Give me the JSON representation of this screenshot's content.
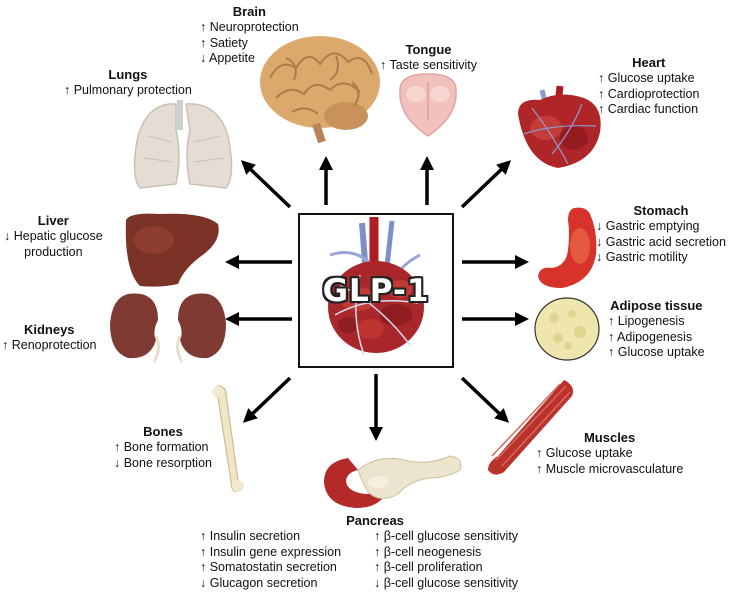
{
  "hub": {
    "label": "GLP-1",
    "image_icon": "heart-vessels-icon"
  },
  "organs": {
    "brain": {
      "title": "Brain",
      "items": [
        "↑ Neuroprotection",
        "↑ Satiety",
        "↓ Appetite"
      ]
    },
    "tongue": {
      "title": "Tongue",
      "items": [
        "↑ Taste sensitivity"
      ]
    },
    "lungs": {
      "title": "Lungs",
      "items": [
        "↑ Pulmonary protection"
      ]
    },
    "heart": {
      "title": "Heart",
      "items": [
        "↑ Glucose uptake",
        "↑ Cardioprotection",
        "↑ Cardiac function"
      ]
    },
    "liver": {
      "title": "Liver",
      "items": [
        "↓ Hepatic glucose",
        "production"
      ]
    },
    "stomach": {
      "title": "Stomach",
      "items": [
        "↓ Gastric emptying",
        "↓ Gastric acid secretion",
        "↓ Gastric motility"
      ]
    },
    "kidneys": {
      "title": "Kidneys",
      "items": [
        "↑ Renoprotection"
      ]
    },
    "adipose": {
      "title": "Adipose tissue",
      "items": [
        "↑ Lipogenesis",
        "↑ Adipogenesis",
        "↑ Glucose uptake"
      ]
    },
    "bones": {
      "title": "Bones",
      "items": [
        "↑ Bone formation",
        "↓ Bone resorption"
      ]
    },
    "muscles": {
      "title": "Muscles",
      "items": [
        "↑ Glucose uptake",
        "↑ Muscle microvasculature"
      ]
    },
    "pancreas": {
      "title": "Pancreas",
      "items_left": [
        "↑ Insulin secretion",
        "↑ Insulin gene expression",
        "↑ Somatostatin secretion",
        "↓ Glucagon secretion"
      ],
      "items_right": [
        "↑ β-cell glucose sensitivity",
        "↑ β-cell neogenesis",
        "↑ β-cell proliferation",
        "↓ β-cell glucose sensitivity"
      ]
    }
  },
  "colors": {
    "arrow": "#000000",
    "organ_red": "#b3262a",
    "liver_brown": "#7a3328",
    "brain_tan": "#d9a86a",
    "fat_yellow": "#efe5a8"
  }
}
